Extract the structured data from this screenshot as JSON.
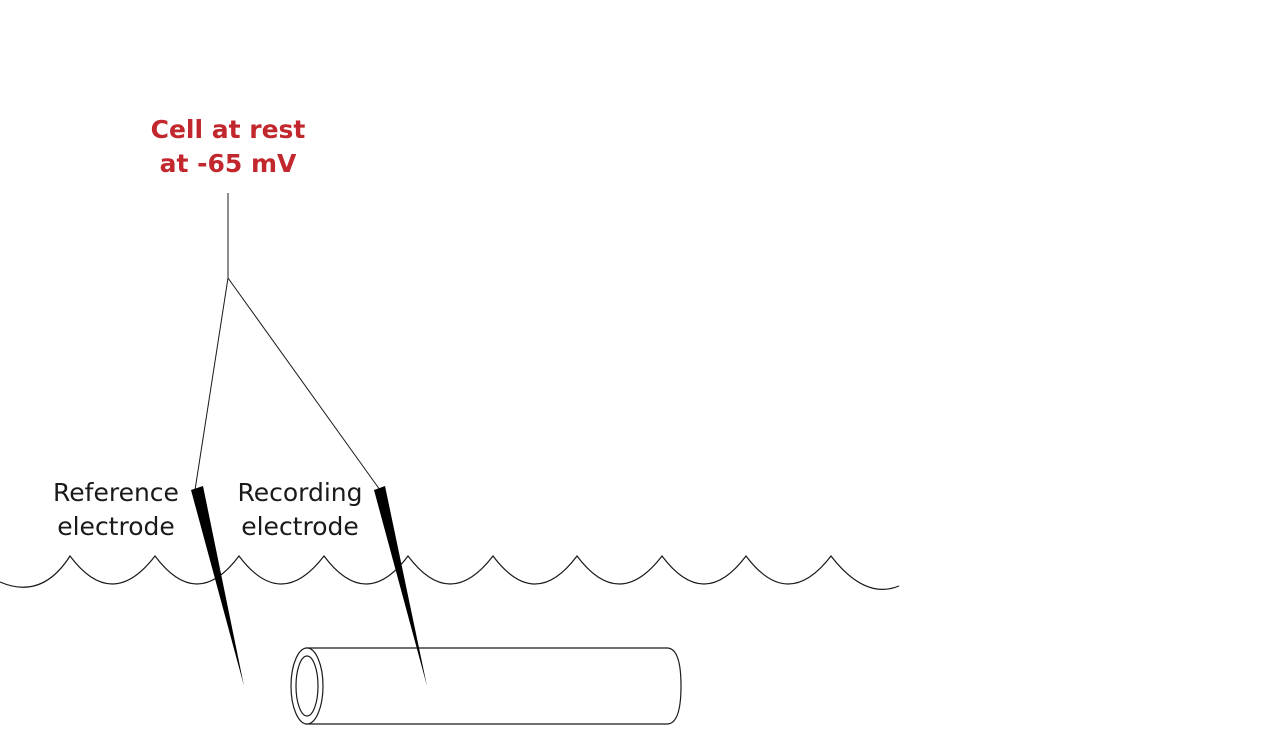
{
  "state": {
    "line1": "Cell at rest",
    "line2": "at -65 mV"
  },
  "reference_electrode": {
    "line1": "Reference",
    "line2": "electrode"
  },
  "recording_electrode": {
    "line1": "Recording",
    "line2": "electrode"
  },
  "colors": {
    "state_text": "#c1272d",
    "line": "#1a1a1a",
    "electrode_fill": "#000000"
  }
}
